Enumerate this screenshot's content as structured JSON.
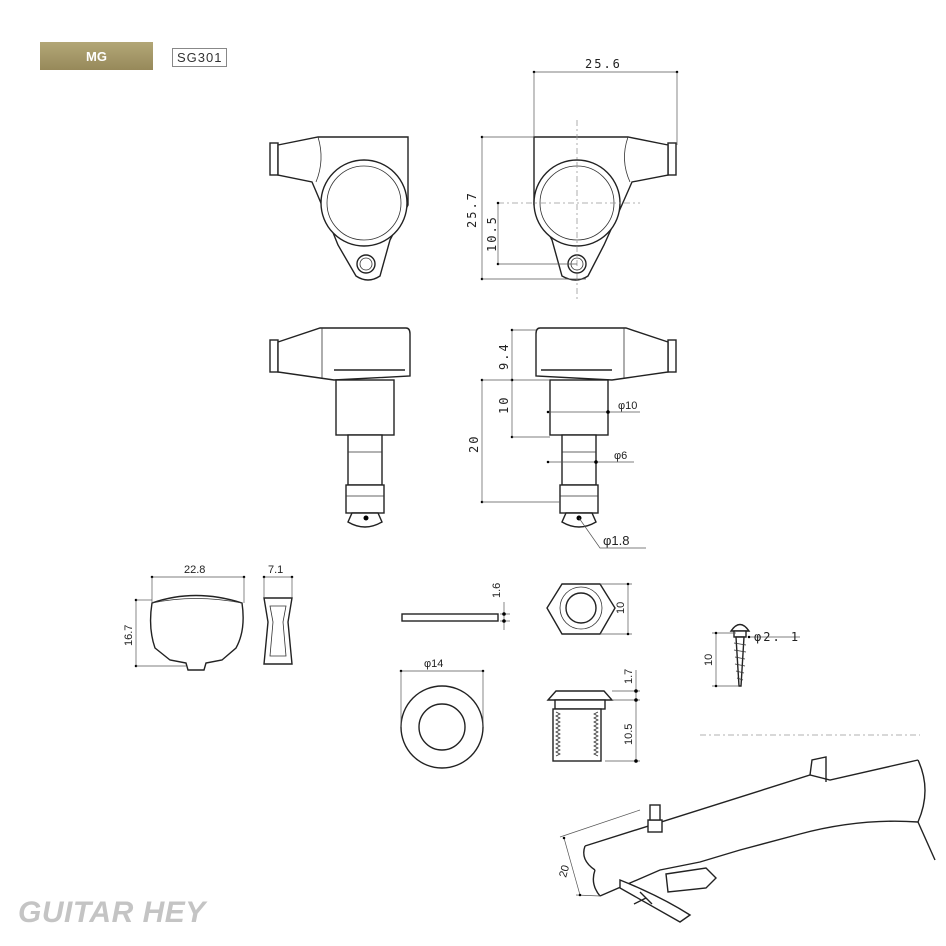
{
  "header": {
    "badge": "MG",
    "model": "SG301"
  },
  "dimensions": {
    "width_top": "25.6",
    "height_total": "25.7",
    "hole_offset": "10.5",
    "head_height": "9.4",
    "bushing_len": "10",
    "shaft_len": "20",
    "dia_bushing": "φ10",
    "dia_shaft": "φ6",
    "dia_hole": "φ1.8",
    "button_width": "22.8",
    "button_thickness": "7.1",
    "button_height": "16.7",
    "washer_thickness": "1.6",
    "nut_size": "10",
    "ring_dia": "φ14",
    "bushing_flange": "1.7",
    "bushing_thread": "10.5",
    "screw_dia": "φ2. 1",
    "screw_len": "10",
    "headstock_width": "20"
  },
  "watermark": "GUITAR HEY"
}
